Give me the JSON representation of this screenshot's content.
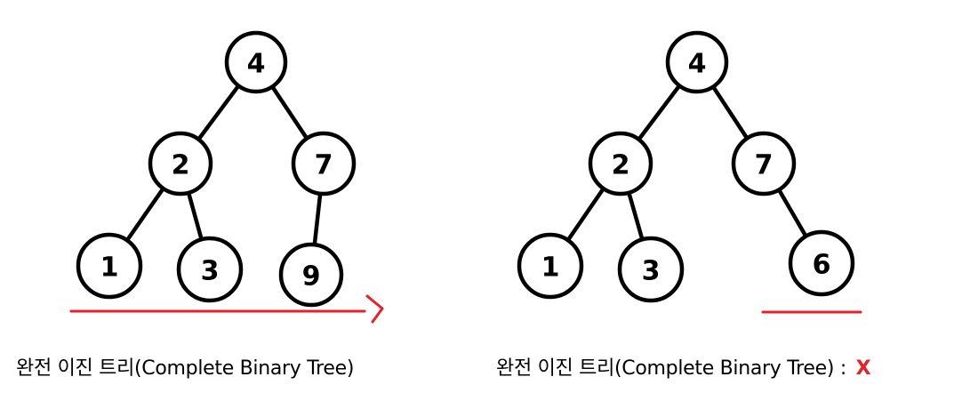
{
  "colors": {
    "line": "#000000",
    "mark": "#e8202a",
    "verdict": "#e8202a"
  },
  "trees": [
    {
      "nodes": [
        {
          "id": "a4",
          "label": "4"
        },
        {
          "id": "a2",
          "label": "2"
        },
        {
          "id": "a7",
          "label": "7"
        },
        {
          "id": "a1",
          "label": "1"
        },
        {
          "id": "a3",
          "label": "3"
        },
        {
          "id": "a9",
          "label": "9"
        }
      ],
      "edges": [
        [
          "a4",
          "a2"
        ],
        [
          "a4",
          "a7"
        ],
        [
          "a2",
          "a1"
        ],
        [
          "a2",
          "a3"
        ],
        [
          "a7",
          "a9"
        ]
      ],
      "caption": "완전 이진 트리(Complete Binary Tree)"
    },
    {
      "nodes": [
        {
          "id": "b4",
          "label": "4"
        },
        {
          "id": "b2",
          "label": "2"
        },
        {
          "id": "b7",
          "label": "7"
        },
        {
          "id": "b1",
          "label": "1"
        },
        {
          "id": "b3",
          "label": "3"
        },
        {
          "id": "b6",
          "label": "6"
        }
      ],
      "edges": [
        [
          "b4",
          "b2"
        ],
        [
          "b4",
          "b7"
        ],
        [
          "b2",
          "b1"
        ],
        [
          "b2",
          "b3"
        ],
        [
          "b7",
          "b6"
        ]
      ],
      "caption": "완전 이진 트리(Complete Binary Tree) : ",
      "verdict": "X"
    }
  ]
}
